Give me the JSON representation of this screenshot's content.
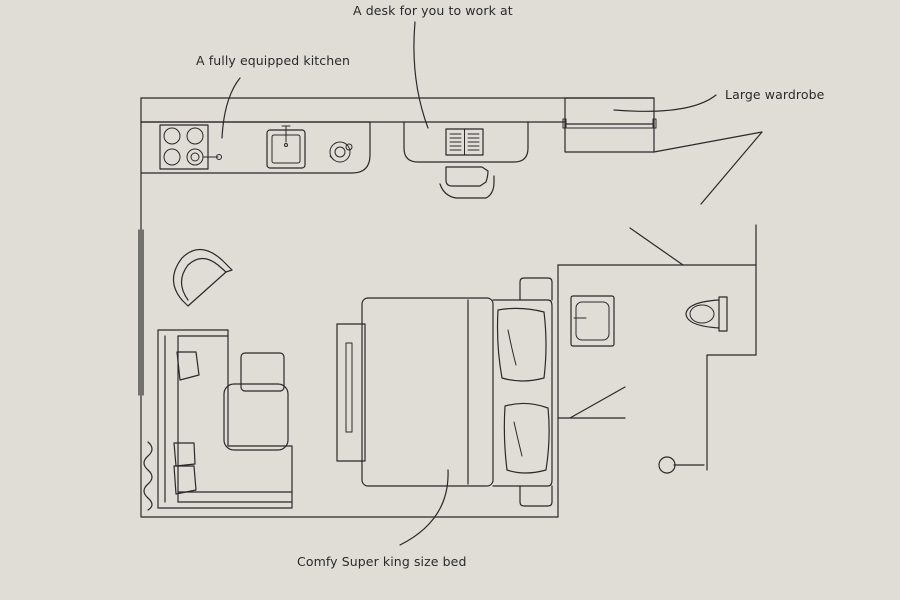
{
  "labels": {
    "desk": "A desk for you to work at",
    "kitchen": "A fully equipped kitchen",
    "wardrobe": "Large wardrobe",
    "bed": "Comfy Super king size bed"
  },
  "colors": {
    "background": "#e0ddd7",
    "line": "#2a2a2a"
  }
}
